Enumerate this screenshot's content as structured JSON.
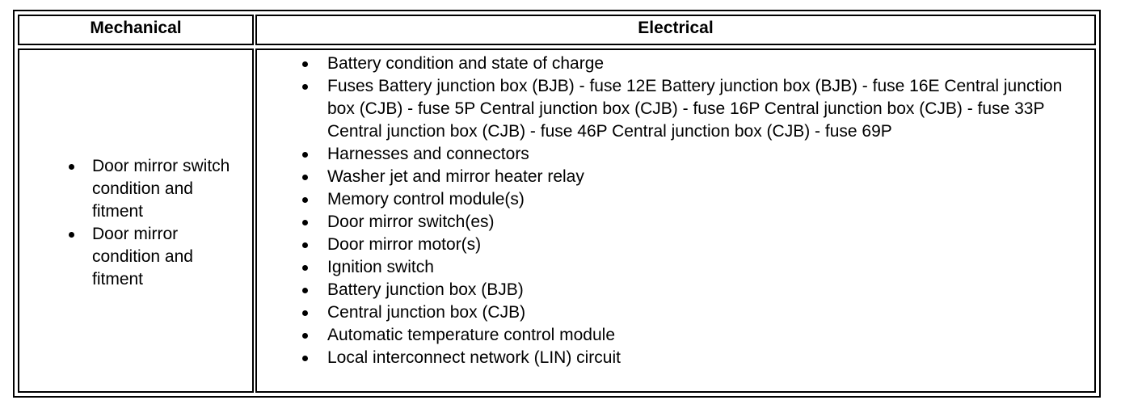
{
  "table": {
    "headers": {
      "mechanical": "Mechanical",
      "electrical": "Electrical"
    },
    "mechanical_items": [
      "Door mirror switch condition and fitment",
      "Door mirror condition and fitment"
    ],
    "electrical_items": [
      "Battery condition and state of charge",
      "Fuses Battery junction box (BJB) - fuse 12E Battery junction box (BJB) - fuse 16E Central junction box (CJB) - fuse 5P Central junction box (CJB) - fuse 16P Central junction box (CJB) - fuse 33P Central junction box (CJB) - fuse 46P Central junction box (CJB) - fuse 69P",
      "Harnesses and connectors",
      "Washer jet and mirror heater relay",
      "Memory control module(s)",
      "Door mirror switch(es)",
      "Door mirror motor(s)",
      "Ignition switch",
      "Battery junction box (BJB)",
      "Central junction box (CJB)",
      "Automatic temperature control module",
      "Local interconnect network (LIN) circuit"
    ]
  }
}
